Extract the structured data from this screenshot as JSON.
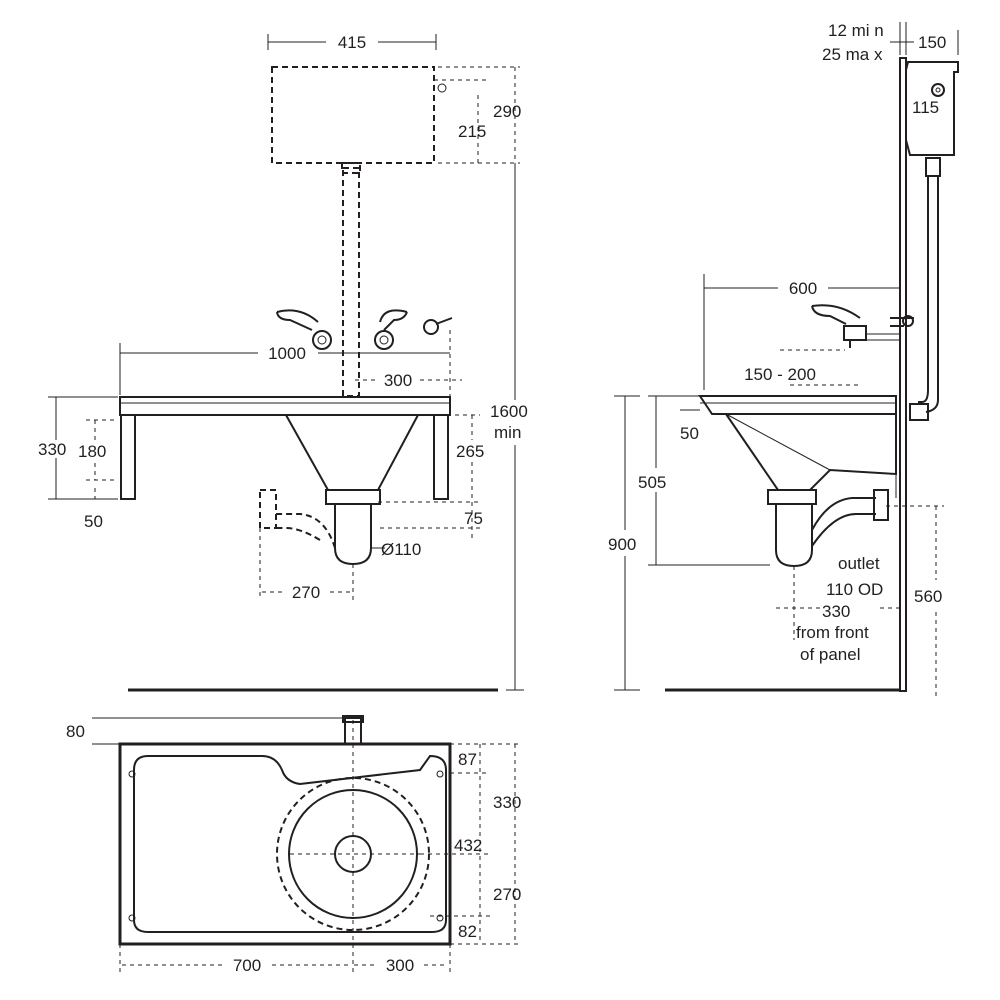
{
  "front_view": {
    "dims": {
      "cistern_width": "415",
      "cistern_height": "290",
      "cistern_water": "215",
      "sink_width": "1000",
      "tap_offset": "300",
      "overall_height": "1600",
      "overall_height_note": "min",
      "frame_height": "330",
      "frame_leg": "180",
      "frame_foot": "50",
      "bowl_depth": "265",
      "trap_offset": "75",
      "outlet_diameter": "Ø110",
      "outlet_offset": "270"
    }
  },
  "side_view": {
    "dims": {
      "gap_min": "12 mi n",
      "gap_max": "25 ma x",
      "cistern_depth": "150",
      "cistern_pipe": "115",
      "projection": "600",
      "tap_range": "150 - 200",
      "front_lip": "50",
      "rim_height": "900",
      "bowl_height": "505",
      "outlet_height": "560"
    },
    "outlet_note": [
      "outlet",
      "110 OD",
      "330",
      "from front",
      "of panel"
    ]
  },
  "plan_view": {
    "dims": {
      "overflow": "80",
      "back_margin": "87",
      "to_centre_back": "330",
      "depth": "432",
      "to_centre_front": "270",
      "front_margin": "82",
      "left_span": "700",
      "right_span": "300"
    }
  }
}
